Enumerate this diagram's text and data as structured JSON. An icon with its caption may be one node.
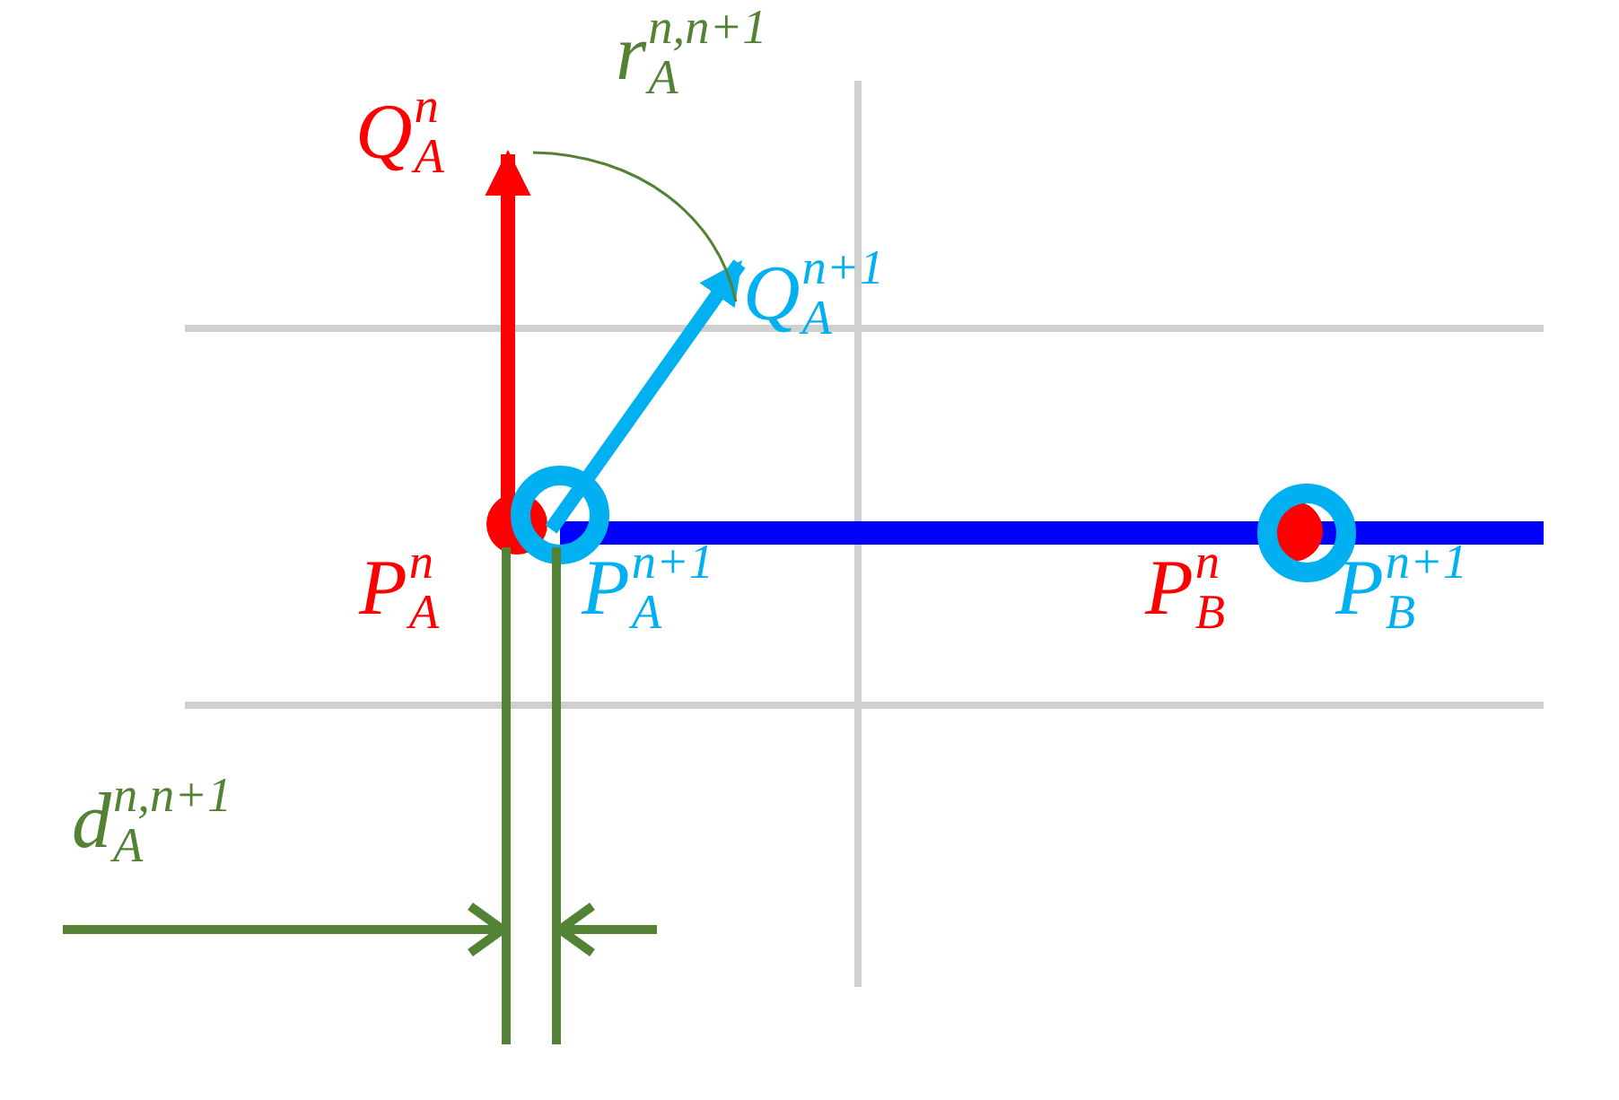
{
  "diagram": {
    "labels": [
      "Q$_{A}$$^{n}$",
      "r$_{A}$$^{n,n+1}$",
      "Q$_{A}$$^{n+1}$",
      "P$_{A}$$^{n}$",
      "P$_{A}$$^{n+1}$",
      "P$_{B}$$^{n}$",
      "P$_{B}$$^{n+1}$",
      "d$_{A}$$^{n,n+1}$"
    ]
  }
}
